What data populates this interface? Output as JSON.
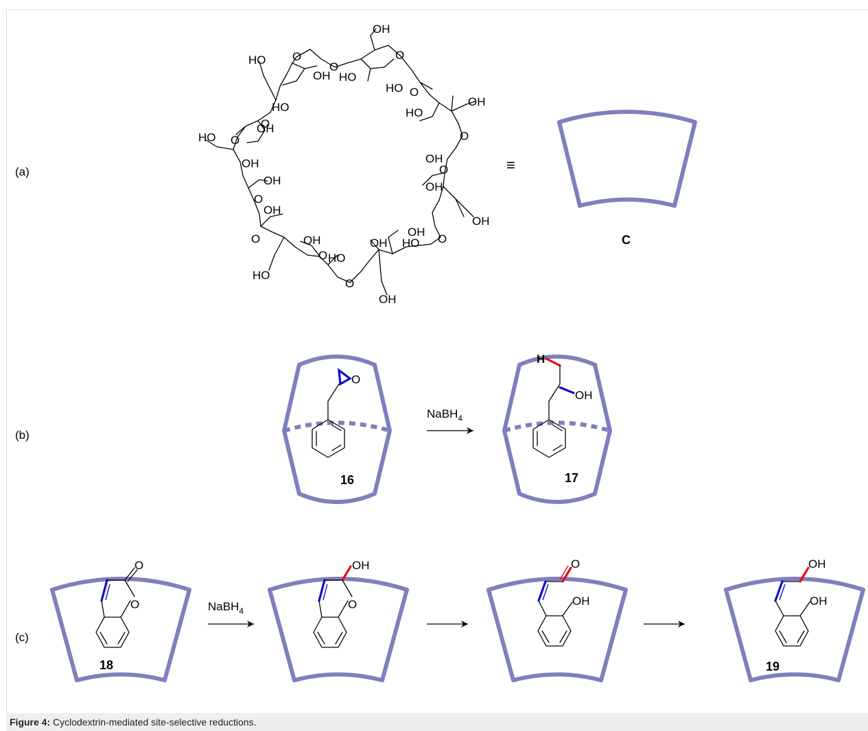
{
  "panels": {
    "a": "(a)",
    "b": "(b)",
    "c": "(c)"
  },
  "atoms": {
    "oh": "OH",
    "ho": "HO",
    "o": "O",
    "h": "H"
  },
  "equivalence_symbol": "≡",
  "compounds": {
    "cup": "C",
    "c16": "16",
    "c17": "17",
    "c18": "18",
    "c19": "19"
  },
  "reagents": {
    "b": "NaBH",
    "b_sub": "4",
    "c": "NaBH",
    "c_sub": "4"
  },
  "caption": {
    "label": "Figure 4:",
    "text": " Cyclodextrin-mediated site-selective reductions."
  },
  "colors": {
    "cyclodextrin": "#7f7fbf",
    "highlight_blue": "#1010d0",
    "highlight_red": "#e01010",
    "caption_bg": "#eeeeee"
  }
}
